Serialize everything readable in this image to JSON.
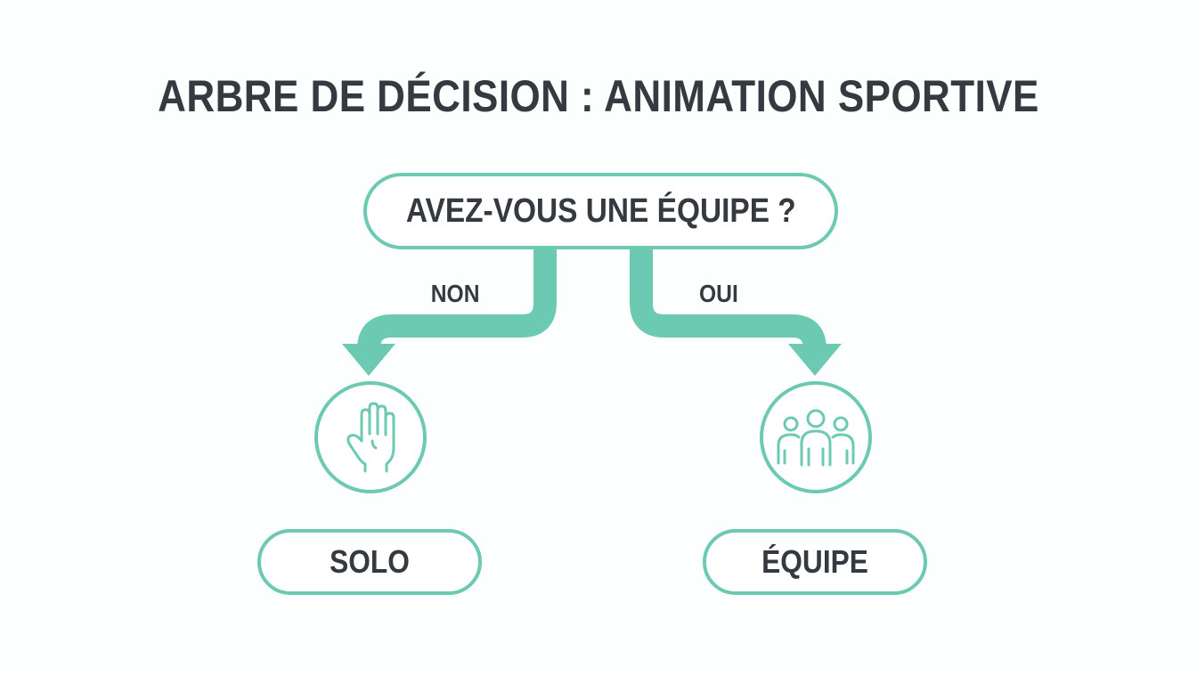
{
  "title": "ARBRE DE DÉCISION : ANIMATION SPORTIVE",
  "colors": {
    "accent": "#6cc9b2",
    "text": "#343a40"
  },
  "question": {
    "label": "AVEZ-VOUS UNE ÉQUIPE ?"
  },
  "branches": {
    "no": {
      "label": "NON",
      "icon": "raised-hand-icon",
      "outcome": "SOLO"
    },
    "yes": {
      "label": "OUI",
      "icon": "group-people-icon",
      "outcome": "ÉQUIPE"
    }
  }
}
